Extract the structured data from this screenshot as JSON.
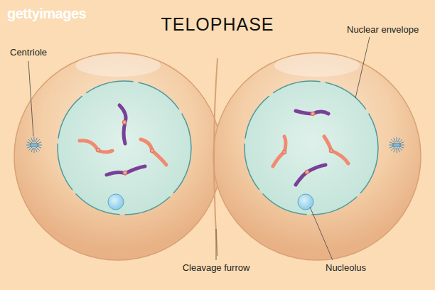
{
  "diagram": {
    "title": "TELOPHASE",
    "labels": [
      "gettyimages",
      "Centriole",
      "Nuclear envelope",
      "Cleavage furrow",
      "Nucleolus"
    ]
  }
}
